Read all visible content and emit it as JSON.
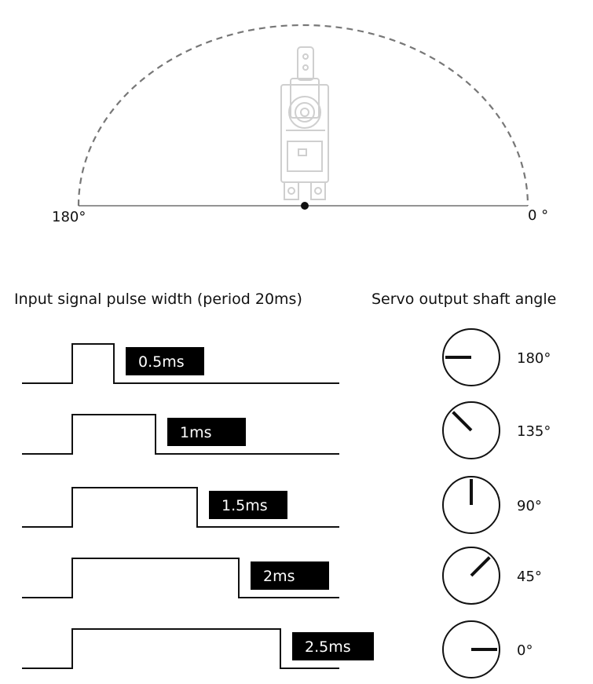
{
  "arc": {
    "left_label": "180°",
    "right_label": "0 °"
  },
  "headers": {
    "pulse_width": "Input signal pulse width (period 20ms)",
    "shaft_angle": "Servo output shaft angle"
  },
  "rows": [
    {
      "pulse": "0.5ms",
      "pulse_ms": 0.5,
      "angle_label": "180°",
      "angle_deg": 180
    },
    {
      "pulse": "1ms",
      "pulse_ms": 1.0,
      "angle_label": "135°",
      "angle_deg": 135
    },
    {
      "pulse": "1.5ms",
      "pulse_ms": 1.5,
      "angle_label": "90°",
      "angle_deg": 90
    },
    {
      "pulse": "2ms",
      "pulse_ms": 2.0,
      "angle_label": "45°",
      "angle_deg": 45
    },
    {
      "pulse": "2.5ms",
      "pulse_ms": 2.5,
      "angle_label": "0°",
      "angle_deg": 0
    }
  ],
  "colors": {
    "ink": "#111111",
    "arc_dash": "#777777",
    "servo_outline": "#cfcfcf",
    "tag_bg": "#000000",
    "tag_text": "#ffffff"
  }
}
